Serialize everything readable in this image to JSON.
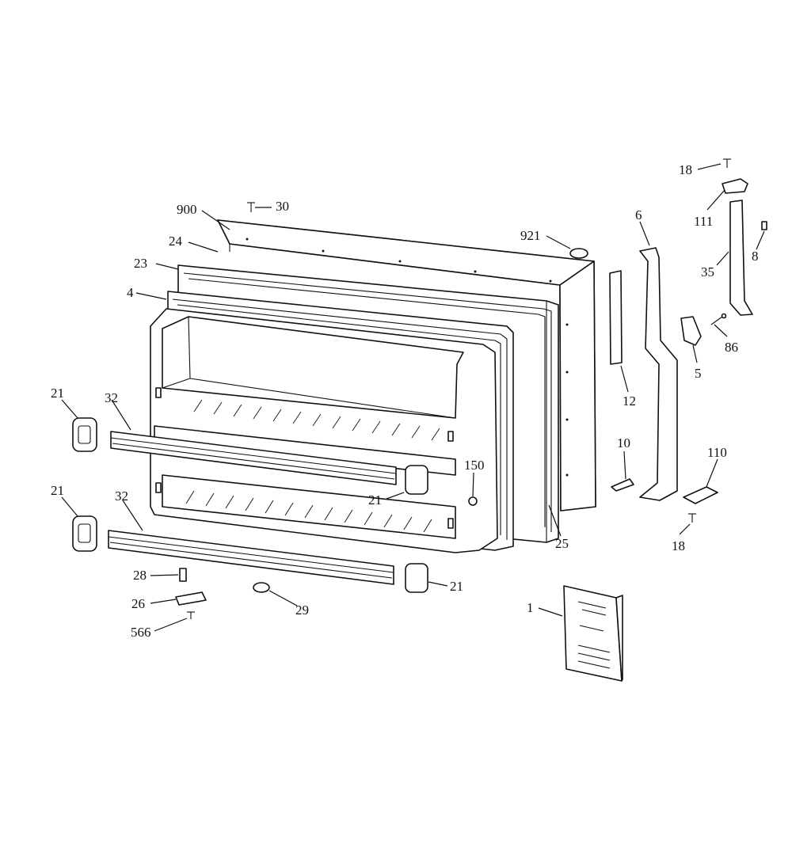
{
  "diagram": {
    "labels": [
      {
        "id": "18-top",
        "text": "18"
      },
      {
        "id": "111",
        "text": "111"
      },
      {
        "id": "6",
        "text": "6"
      },
      {
        "id": "8",
        "text": "8"
      },
      {
        "id": "35",
        "text": "35"
      },
      {
        "id": "900",
        "text": "900"
      },
      {
        "id": "30",
        "text": "30"
      },
      {
        "id": "921",
        "text": "921"
      },
      {
        "id": "24",
        "text": "24"
      },
      {
        "id": "23",
        "text": "23"
      },
      {
        "id": "4",
        "text": "4"
      },
      {
        "id": "86",
        "text": "86"
      },
      {
        "id": "5",
        "text": "5"
      },
      {
        "id": "12",
        "text": "12"
      },
      {
        "id": "21-a",
        "text": "21"
      },
      {
        "id": "32-a",
        "text": "32"
      },
      {
        "id": "10",
        "text": "10"
      },
      {
        "id": "110",
        "text": "110"
      },
      {
        "id": "150",
        "text": "150"
      },
      {
        "id": "21-b",
        "text": "21"
      },
      {
        "id": "21-c",
        "text": "21"
      },
      {
        "id": "32-b",
        "text": "32"
      },
      {
        "id": "25",
        "text": "25"
      },
      {
        "id": "18-bottom",
        "text": "18"
      },
      {
        "id": "28",
        "text": "28"
      },
      {
        "id": "21-d",
        "text": "21"
      },
      {
        "id": "26",
        "text": "26"
      },
      {
        "id": "29",
        "text": "29"
      },
      {
        "id": "1",
        "text": "1"
      },
      {
        "id": "566",
        "text": "566"
      }
    ]
  }
}
